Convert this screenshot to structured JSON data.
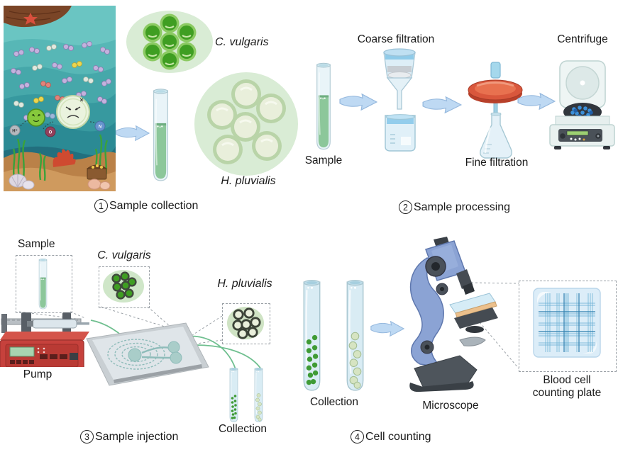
{
  "sections": {
    "collection": {
      "step_number": "1",
      "step_label": "Sample collection",
      "c_vulgaris_label": "C. vulgaris",
      "h_pluvialis_label": "H. pluvialis"
    },
    "processing": {
      "step_number": "2",
      "step_label": "Sample processing",
      "sample_label": "Sample",
      "coarse_filtration_label": "Coarse filtration",
      "fine_filtration_label": "Fine filtration",
      "centrifuge_label": "Centrifuge"
    },
    "injection": {
      "step_number": "3",
      "step_label": "Sample injection",
      "sample_label": "Sample",
      "c_vulgaris_label": "C. vulgaris",
      "h_pluvialis_label": "H. pluvialis",
      "pump_label": "Pump",
      "collection_label": "Collection"
    },
    "counting": {
      "step_number": "4",
      "step_label": "Cell counting",
      "collection_label": "Collection",
      "microscope_label": "Microscope",
      "counting_plate_label": "Blood cell counting plate"
    }
  },
  "ocean": {
    "ion_labels": [
      "H⁺",
      "O",
      "N"
    ]
  },
  "colors": {
    "arrow-fill": "#bed9f3",
    "arrow-stroke": "#96b9de",
    "liquid-green": "#8cc79a",
    "algae-green": "#3f9e22",
    "pale-cell": "#e9efdb",
    "inset-bg": "#d9ecd5",
    "pump-red": "#c6413c",
    "chip-line": "#8fbcba",
    "microscope-blue": "#8ba3d4",
    "plate-fill": "#dcedf8",
    "plate-line": "#5ba8cf",
    "text": "#1a1a1a"
  }
}
